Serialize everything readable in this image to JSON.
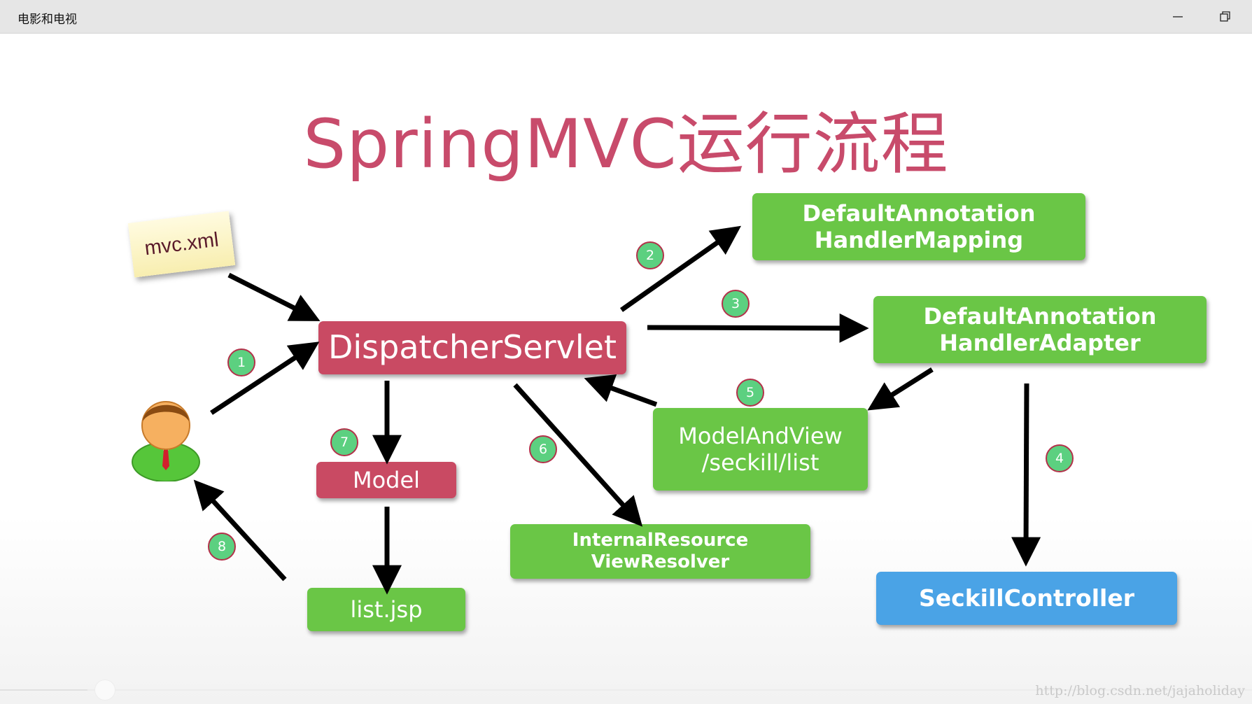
{
  "window": {
    "title": "电影和电视",
    "minimize_icon": "minimize-icon",
    "restore_icon": "restore-icon"
  },
  "slide": {
    "title": "SpringMVC运行流程",
    "note_label": "mvc.xml",
    "boxes": {
      "dispatcher": "DispatcherServlet",
      "mapping_line1": "DefaultAnnotation",
      "mapping_line2": "HandlerMapping",
      "adapter_line1": "DefaultAnnotation",
      "adapter_line2": "HandlerAdapter",
      "modelandview_line1": "ModelAndView",
      "modelandview_line2": "/seckill/list",
      "model": "Model",
      "resolver_line1": "InternalResource",
      "resolver_line2": "ViewResolver",
      "controller": "SeckillController",
      "listjsp": "list.jsp"
    },
    "steps": [
      "1",
      "2",
      "3",
      "4",
      "5",
      "6",
      "7",
      "8"
    ]
  },
  "player": {
    "progress": 0.07
  },
  "watermark": "http://blog.csdn.net/jajaholiday",
  "colors": {
    "title": "#c84b6b",
    "green_box": "#6ac646",
    "red_box": "#c94a63",
    "blue_box": "#4aa3e6",
    "step_badge": "#5cd080"
  }
}
